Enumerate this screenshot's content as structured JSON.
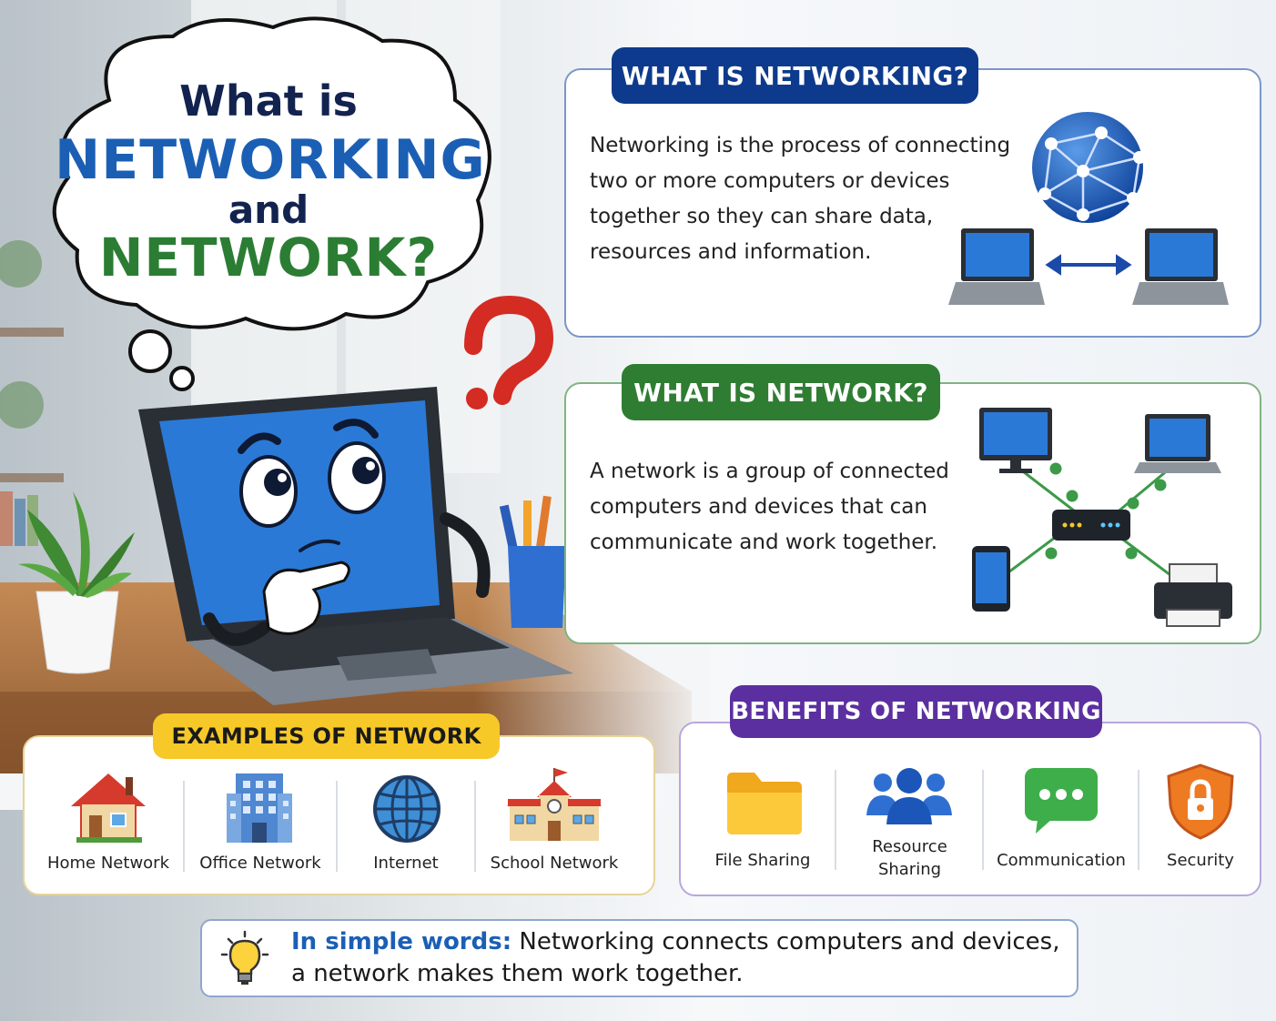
{
  "title": {
    "line1": "What is",
    "line2": "NETWORKING",
    "line3": "and",
    "line4": "NETWORK?"
  },
  "networking_card": {
    "heading": "WHAT IS NETWORKING?",
    "lines": [
      "Networking is the process of connecting",
      "two or more computers or devices",
      "together so they can share data,",
      "resources and information."
    ]
  },
  "network_card": {
    "heading": "WHAT IS NETWORK?",
    "lines": [
      "A network is a group of connected",
      "computers and devices that can",
      "communicate and work together."
    ]
  },
  "examples": {
    "heading": "EXAMPLES OF NETWORK",
    "items": [
      {
        "label": "Home Network",
        "icon": "house-icon"
      },
      {
        "label": "Office Network",
        "icon": "office-building-icon"
      },
      {
        "label": "Internet",
        "icon": "globe-icon"
      },
      {
        "label": "School Network",
        "icon": "school-icon"
      }
    ]
  },
  "benefits": {
    "heading": "BENEFITS OF NETWORKING",
    "items": [
      {
        "label": "File Sharing",
        "icon": "folder-icon"
      },
      {
        "label_line1": "Resource",
        "label_line2": "Sharing",
        "icon": "people-icon"
      },
      {
        "label": "Communication",
        "icon": "chat-icon"
      },
      {
        "label": "Security",
        "icon": "shield-lock-icon"
      }
    ]
  },
  "summary": {
    "lead": "In simple words:",
    "line1": " Networking connects computers and devices,",
    "line2": "a network makes them work together.",
    "icon": "lightbulb-icon"
  },
  "colors": {
    "navy": "#0d3a8c",
    "green": "#2e7d32",
    "purple": "#5b2fa0",
    "yellow": "#f7c928",
    "accent_blue": "#1b5fb5"
  }
}
